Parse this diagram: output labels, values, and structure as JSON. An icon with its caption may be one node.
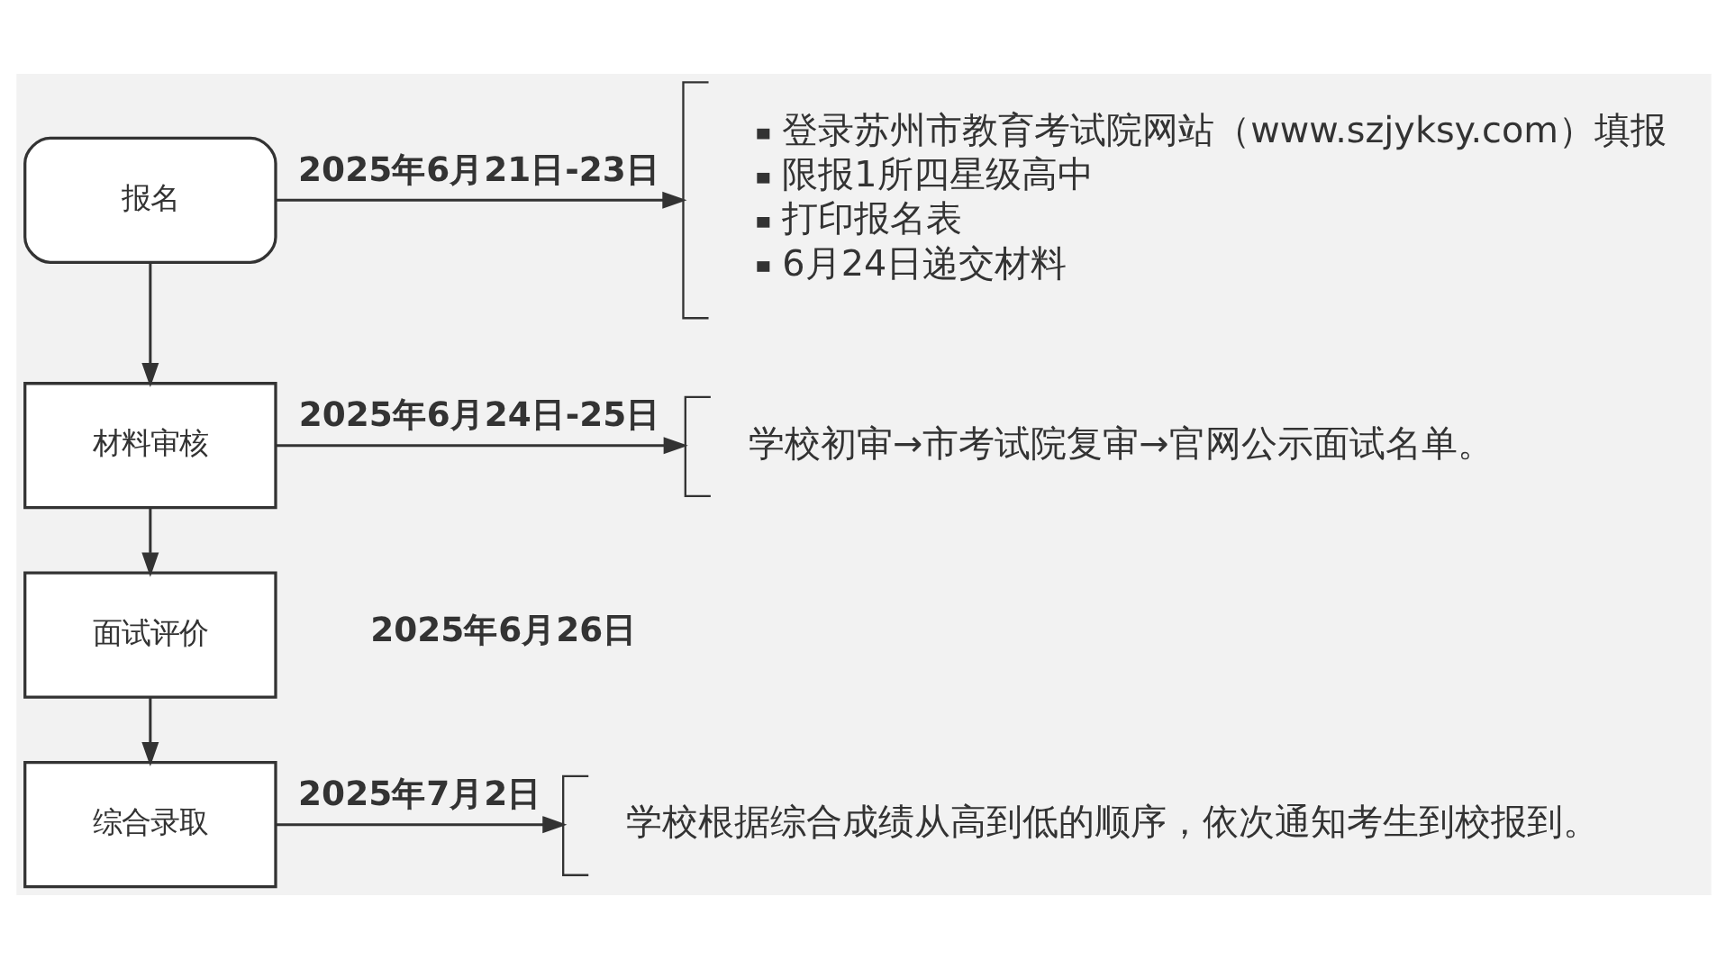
{
  "diagram": {
    "nodes": [
      {
        "text": [
          "报名"
        ]
      },
      {
        "text": [
          "登录苏州市教育考试院网站（www.szjyksy.com）填报",
          "限报1所四星级高中",
          "打印报名表",
          "6月24日递交材料"
        ]
      },
      {
        "text": [
          "材料审核"
        ]
      },
      {
        "text": [
          "学校初审→市考试院复审→官网公示面试名单。"
        ]
      },
      {
        "text": [
          "面试评价"
        ],
        "beside": [
          "2025年6月26日"
        ]
      },
      {
        "text": [
          "综合录取"
        ]
      },
      {
        "text": [
          "学校根据综合成绩从高到低的顺序，依次通知考生到校报到。"
        ]
      }
    ],
    "edges": [
      {
        "from": 0,
        "to": 1,
        "arrow": "to",
        "label": "2025年6月21日-23日"
      },
      {
        "from": 0,
        "to": 2,
        "arrow": "to"
      },
      {
        "from": 2,
        "to": 3,
        "arrow": "to",
        "label": "2025年6月24日-25日"
      },
      {
        "from": 2,
        "to": 4,
        "arrow": "to"
      },
      {
        "from": 4,
        "to": 5,
        "arrow": "to"
      },
      {
        "from": 5,
        "to": 6,
        "arrow": "to",
        "label": "2025年7月2日"
      }
    ]
  }
}
